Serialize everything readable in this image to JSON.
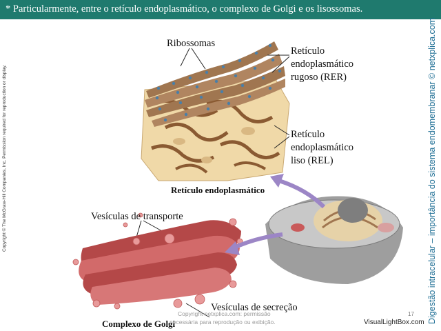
{
  "header": {
    "text": "* Particularmente, entre o retículo endoplasmático, o complexo de Golgi e os lisossomas."
  },
  "labels": {
    "ribossomas": "Ribossomas",
    "rer_line1": "Retículo",
    "rer_line2": "endoplasmático",
    "rer_line3": "rugoso (RER)",
    "rel_line1": "Retículo",
    "rel_line2": "endoplasmático",
    "rel_line3": "liso (REL)",
    "er_caption": "Retículo endoplasmático",
    "vesiculas_transporte": "Vesículas de transporte",
    "vesiculas_secrecao": "Vesículas de secreção",
    "golgi_caption": "Complexo de Golgi"
  },
  "side": {
    "copyright": "Copyright © The McGraw-Hill Companies, Inc. Permission required for reproduction or display.",
    "title": "Digestão intracelular – importância do sistema endomembranar © netxplica.com"
  },
  "footer": {
    "watermark_line1": "Copyright netxplica.com: permissão",
    "watermark_line2": "necessária para reprodução ou exibição.",
    "page_number": "17",
    "brand": "VisualLightBox.com"
  },
  "colors": {
    "header": "#1f7a6e",
    "rer": "#a07650",
    "rel": "#f0d9a8",
    "ribosome": "#4a7fa8",
    "golgi": "#c95a5a",
    "arrow": "#9c86c6"
  }
}
